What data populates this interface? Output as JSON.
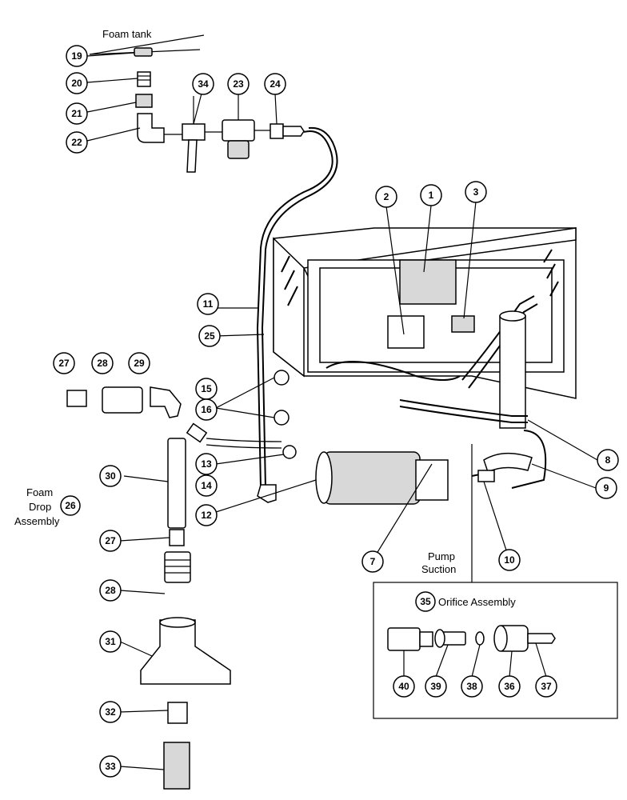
{
  "labels": {
    "foam_tank": "Foam tank",
    "foam_drop_line1": "Foam",
    "foam_drop_line2": "Drop",
    "foam_drop_line3": "Assembly",
    "pump_suction_line1": "Pump",
    "pump_suction_line2": "Suction",
    "orifice_assembly": "Orifice Assembly"
  },
  "callouts": {
    "c1": "1",
    "c2": "2",
    "c3": "3",
    "c7": "7",
    "c8": "8",
    "c9": "9",
    "c10": "10",
    "c11": "11",
    "c12": "12",
    "c13": "13",
    "c14": "14",
    "c15": "15",
    "c16": "16",
    "c19": "19",
    "c20": "20",
    "c21": "21",
    "c22": "22",
    "c23": "23",
    "c24": "24",
    "c25": "25",
    "c26": "26",
    "c27a": "27",
    "c27b": "27",
    "c28a": "28",
    "c28b": "28",
    "c29": "29",
    "c30": "30",
    "c31": "31",
    "c32": "32",
    "c33": "33",
    "c34": "34",
    "c35": "35",
    "c36": "36",
    "c37": "37",
    "c38": "38",
    "c39": "39",
    "c40": "40"
  }
}
